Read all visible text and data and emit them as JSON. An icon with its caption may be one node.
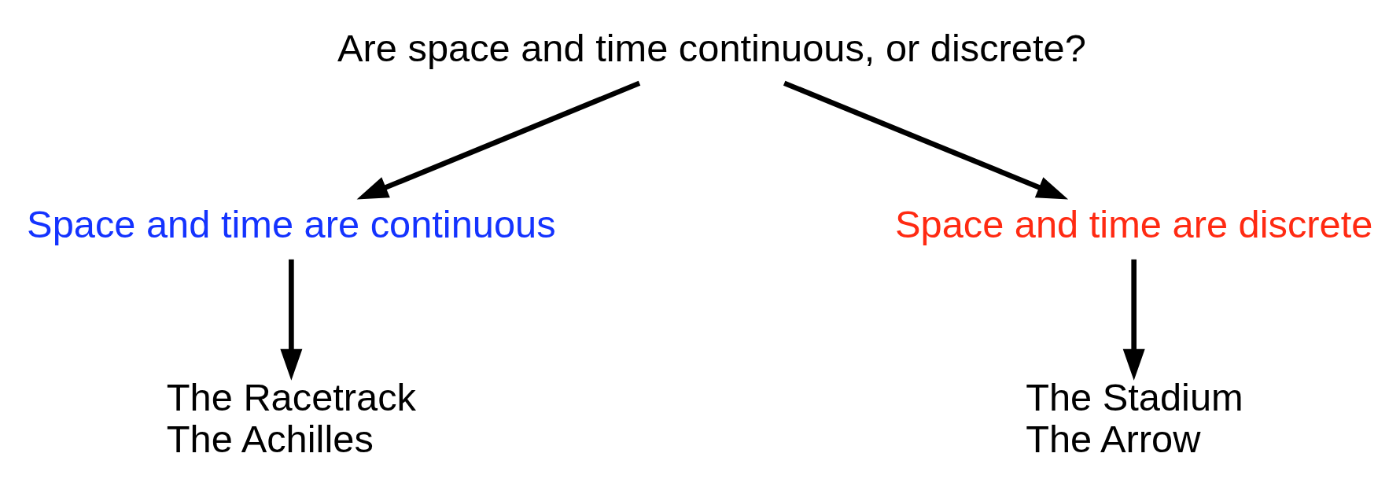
{
  "diagram": {
    "nodes": [
      {
        "text": [
          "Are space and time continuous, or discrete?"
        ]
      },
      {
        "text": [
          "Space and time are continuous"
        ]
      },
      {
        "text": [
          "Space and time are discrete"
        ]
      },
      {
        "text": [
          "The Racetrack",
          "The Achilles"
        ]
      },
      {
        "text": [
          "The Stadium",
          "The Arrow"
        ]
      }
    ],
    "edges": [
      {
        "from": 0,
        "to": 1,
        "arrow": "to"
      },
      {
        "from": 0,
        "to": 2,
        "arrow": "to"
      },
      {
        "from": 1,
        "to": 3,
        "arrow": "to"
      },
      {
        "from": 2,
        "to": 4,
        "arrow": "to"
      }
    ]
  }
}
